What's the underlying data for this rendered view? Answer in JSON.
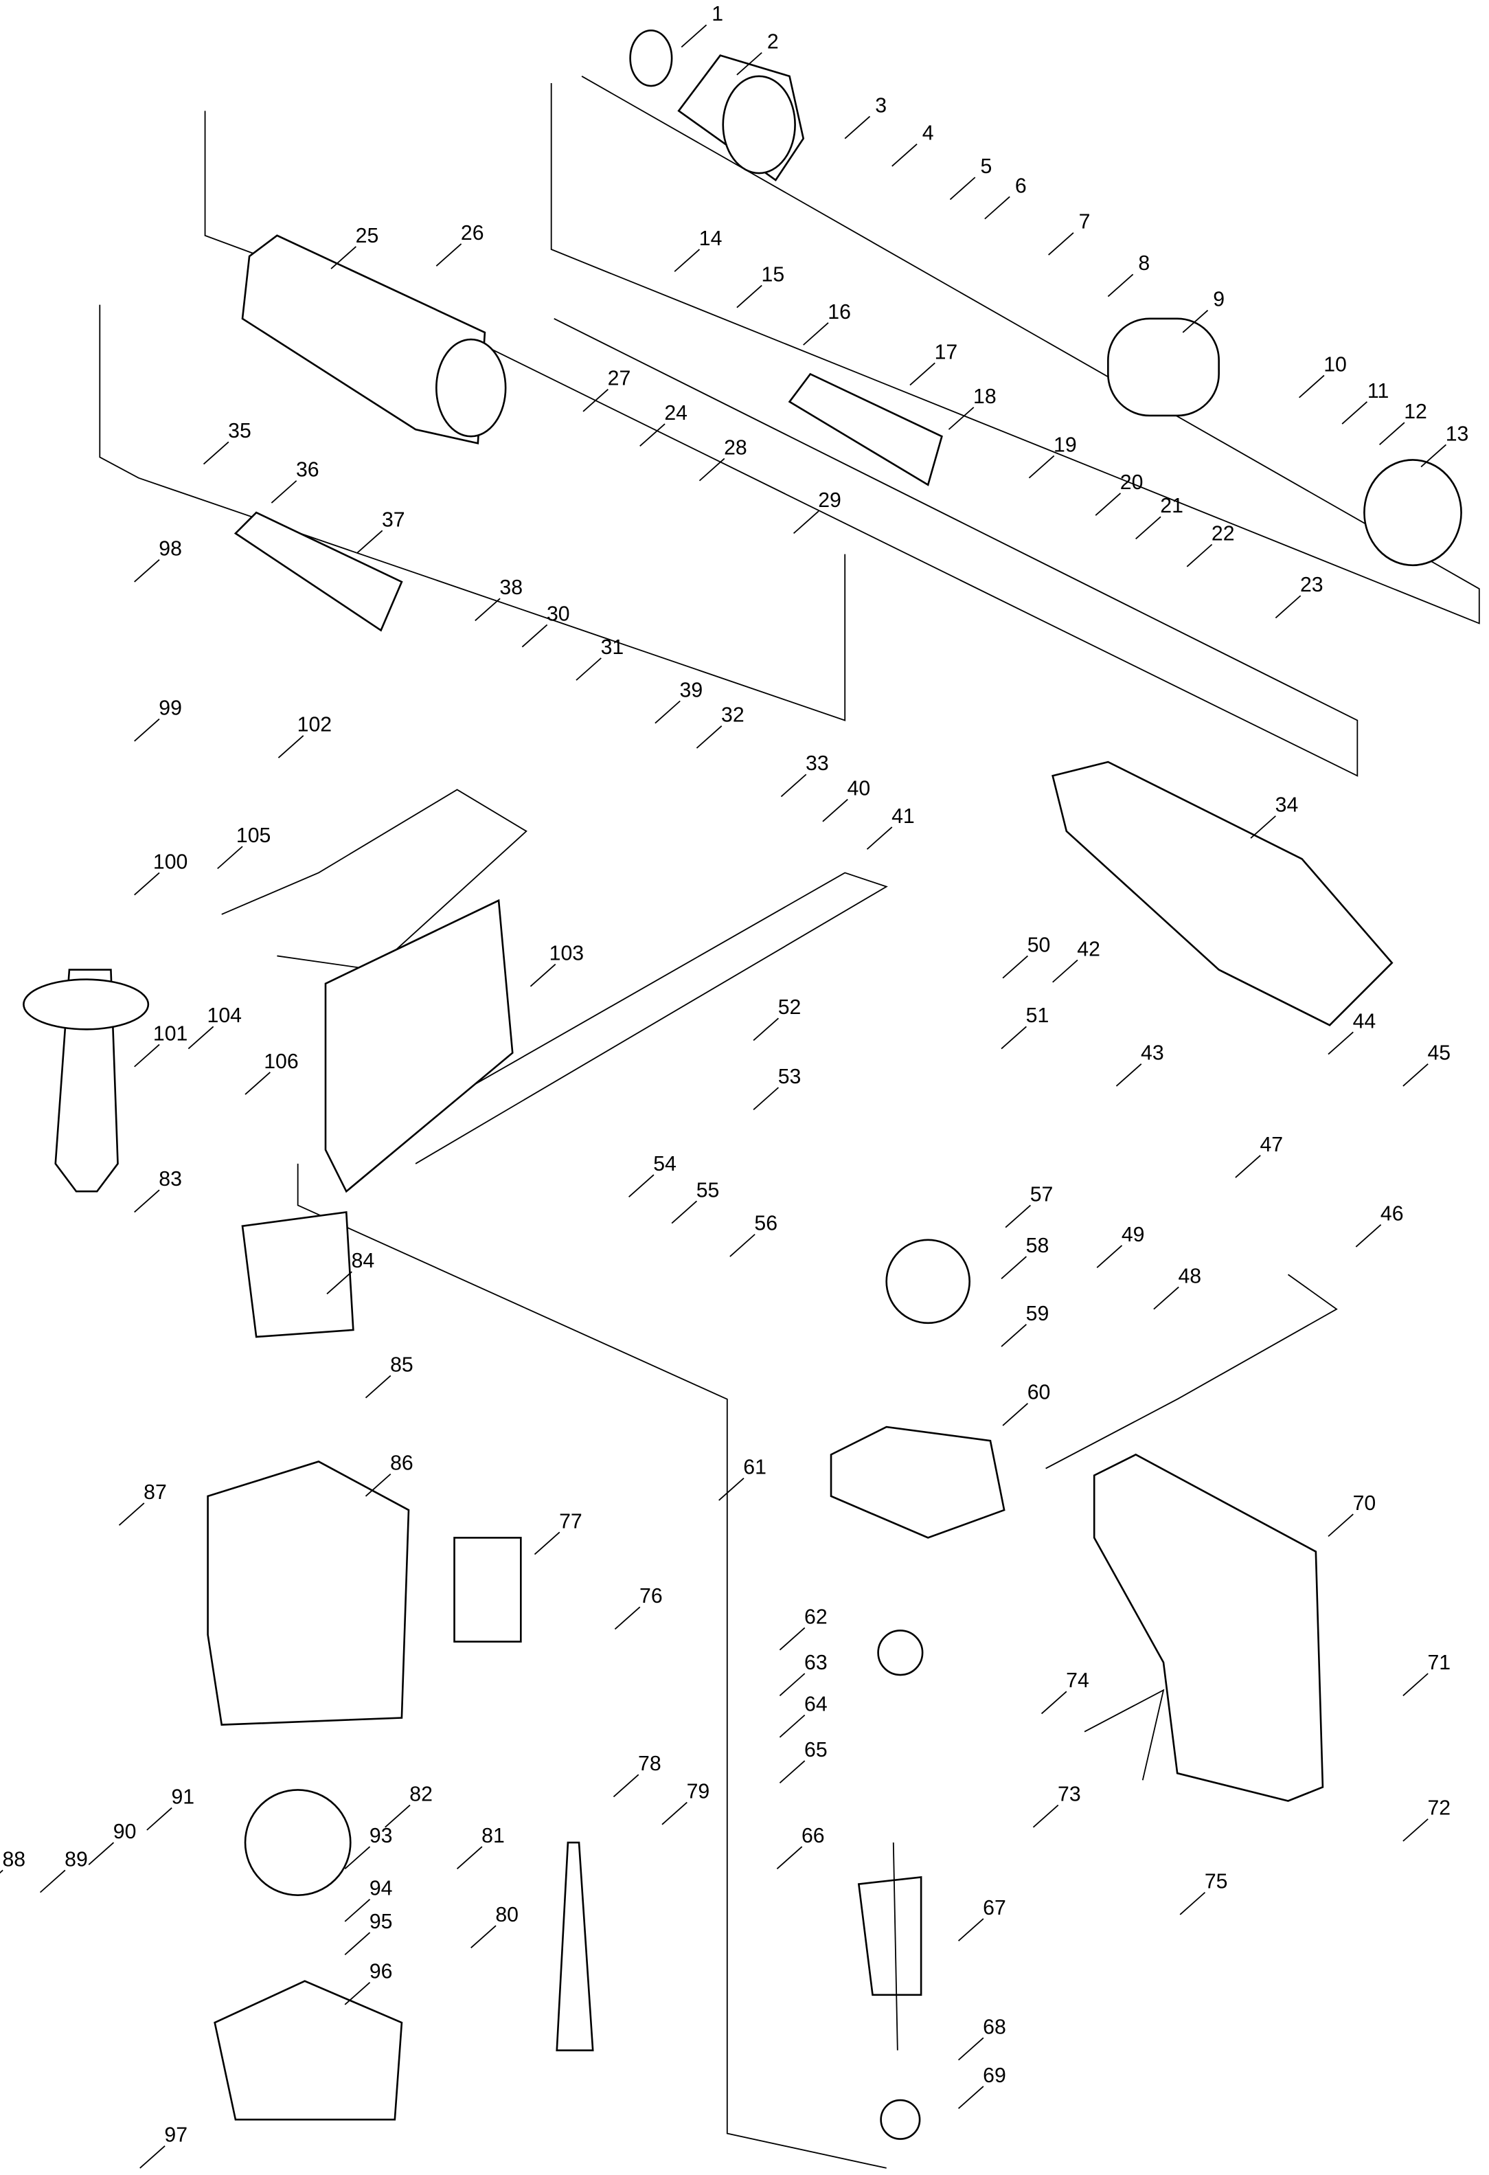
{
  "diagram": {
    "type": "exploded-parts-diagram",
    "part_numbers": [
      "1",
      "2",
      "3",
      "4",
      "5",
      "6",
      "7",
      "8",
      "9",
      "10",
      "11",
      "12",
      "13",
      "14",
      "15",
      "16",
      "17",
      "18",
      "19",
      "20",
      "21",
      "22",
      "23",
      "24",
      "25",
      "26",
      "27",
      "28",
      "29",
      "30",
      "31",
      "32",
      "33",
      "34",
      "35",
      "36",
      "37",
      "38",
      "39",
      "40",
      "41",
      "42",
      "43",
      "44",
      "45",
      "46",
      "47",
      "48",
      "49",
      "50",
      "51",
      "52",
      "53",
      "54",
      "55",
      "56",
      "57",
      "58",
      "59",
      "60",
      "61",
      "62",
      "63",
      "64",
      "65",
      "66",
      "67",
      "68",
      "69",
      "70",
      "71",
      "72",
      "73",
      "74",
      "75",
      "76",
      "77",
      "78",
      "79",
      "80",
      "81",
      "82",
      "83",
      "84",
      "85",
      "86",
      "87",
      "88",
      "89",
      "90",
      "91",
      "93",
      "94",
      "95",
      "96",
      "97",
      "98",
      "99",
      "100",
      "101",
      "102",
      "103",
      "104",
      "105",
      "106"
    ]
  }
}
